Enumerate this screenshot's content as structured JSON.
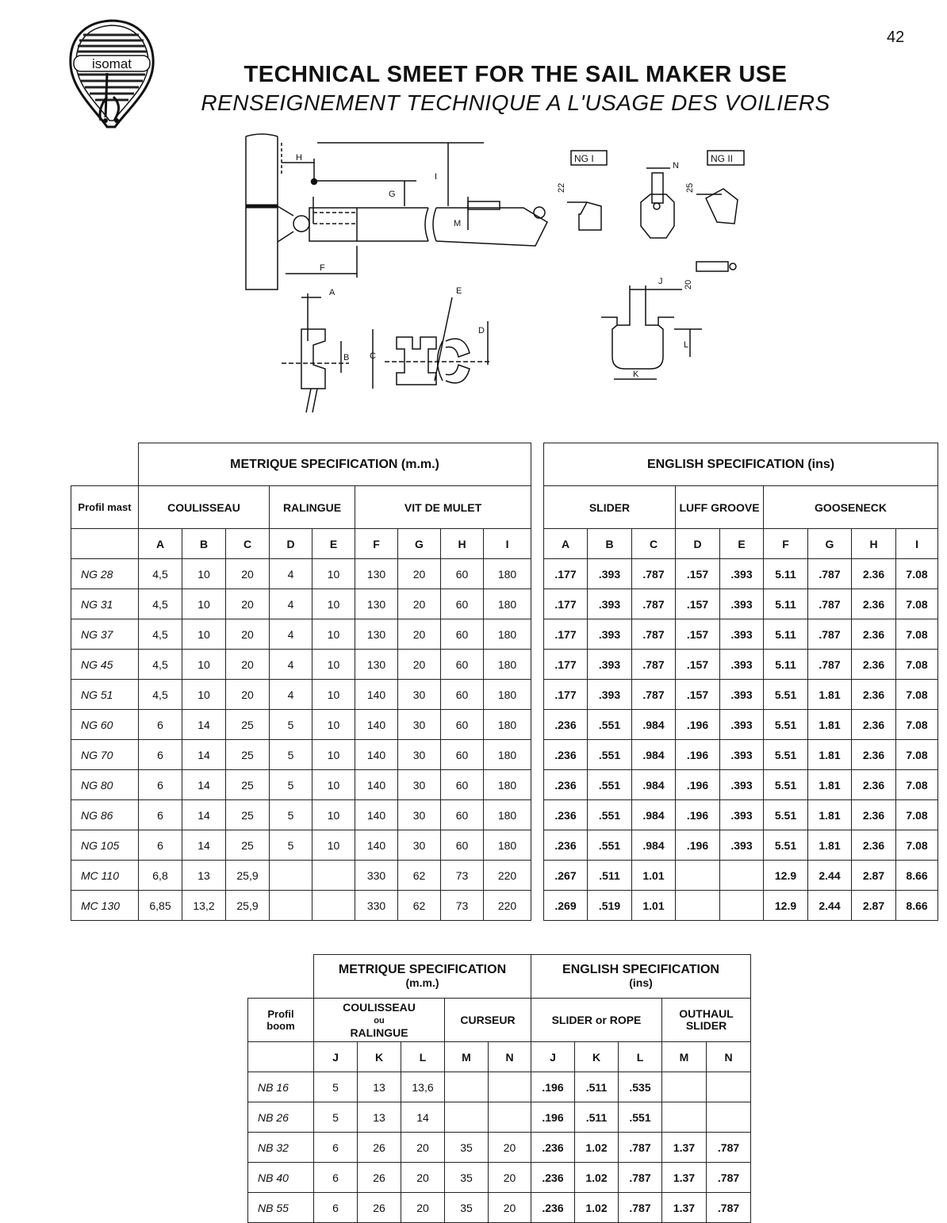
{
  "page_number": "42",
  "brand": "isomat",
  "title": "TECHNICAL SMEET FOR THE SAIL MAKER USE",
  "subtitle": "RENSEIGNEMENT TECHNIQUE A L'USAGE DES VOILIERS",
  "diagram_labels": {
    "H": "H",
    "I": "I",
    "G": "G",
    "F": "F",
    "M": "M",
    "A": "A",
    "B": "B",
    "C": "C",
    "D": "D",
    "E": "E",
    "N": "N",
    "J": "J",
    "K": "K",
    "L": "L",
    "ng1": "NG I",
    "ng2": "NG II",
    "d22": "22",
    "d25": "25",
    "d20": "20"
  },
  "metric": {
    "title": "METRIQUE SPECIFICATION (m.m.)",
    "profil_label": "Profil mast",
    "groups": [
      "COULISSEAU",
      "RALINGUE",
      "VIT DE MULET"
    ],
    "columns": [
      "A",
      "B",
      "C",
      "D",
      "E",
      "F",
      "G",
      "H",
      "I"
    ]
  },
  "english": {
    "title": "ENGLISH SPECIFICATION (ins)",
    "groups": [
      "SLIDER",
      "LUFF GROOVE",
      "GOOSENECK"
    ],
    "columns": [
      "A",
      "B",
      "C",
      "D",
      "E",
      "F",
      "G",
      "H",
      "I"
    ]
  },
  "mast_rows": [
    {
      "profil": "NG 28",
      "metric": [
        "4,5",
        "10",
        "20",
        "4",
        "10",
        "130",
        "20",
        "60",
        "180"
      ],
      "english": [
        ".177",
        ".393",
        ".787",
        ".157",
        ".393",
        "5.11",
        ".787",
        "2.36",
        "7.08"
      ]
    },
    {
      "profil": "NG 31",
      "metric": [
        "4,5",
        "10",
        "20",
        "4",
        "10",
        "130",
        "20",
        "60",
        "180"
      ],
      "english": [
        ".177",
        ".393",
        ".787",
        ".157",
        ".393",
        "5.11",
        ".787",
        "2.36",
        "7.08"
      ]
    },
    {
      "profil": "NG 37",
      "metric": [
        "4,5",
        "10",
        "20",
        "4",
        "10",
        "130",
        "20",
        "60",
        "180"
      ],
      "english": [
        ".177",
        ".393",
        ".787",
        ".157",
        ".393",
        "5.11",
        ".787",
        "2.36",
        "7.08"
      ]
    },
    {
      "profil": "NG 45",
      "metric": [
        "4,5",
        "10",
        "20",
        "4",
        "10",
        "130",
        "20",
        "60",
        "180"
      ],
      "english": [
        ".177",
        ".393",
        ".787",
        ".157",
        ".393",
        "5.11",
        ".787",
        "2.36",
        "7.08"
      ]
    },
    {
      "profil": "NG 51",
      "metric": [
        "4,5",
        "10",
        "20",
        "4",
        "10",
        "140",
        "30",
        "60",
        "180"
      ],
      "english": [
        ".177",
        ".393",
        ".787",
        ".157",
        ".393",
        "5.51",
        "1.81",
        "2.36",
        "7.08"
      ]
    },
    {
      "profil": "NG 60",
      "metric": [
        "6",
        "14",
        "25",
        "5",
        "10",
        "140",
        "30",
        "60",
        "180"
      ],
      "english": [
        ".236",
        ".551",
        ".984",
        ".196",
        ".393",
        "5.51",
        "1.81",
        "2.36",
        "7.08"
      ]
    },
    {
      "profil": "NG 70",
      "metric": [
        "6",
        "14",
        "25",
        "5",
        "10",
        "140",
        "30",
        "60",
        "180"
      ],
      "english": [
        ".236",
        ".551",
        ".984",
        ".196",
        ".393",
        "5.51",
        "1.81",
        "2.36",
        "7.08"
      ]
    },
    {
      "profil": "NG 80",
      "metric": [
        "6",
        "14",
        "25",
        "5",
        "10",
        "140",
        "30",
        "60",
        "180"
      ],
      "english": [
        ".236",
        ".551",
        ".984",
        ".196",
        ".393",
        "5.51",
        "1.81",
        "2.36",
        "7.08"
      ]
    },
    {
      "profil": "NG 86",
      "metric": [
        "6",
        "14",
        "25",
        "5",
        "10",
        "140",
        "30",
        "60",
        "180"
      ],
      "english": [
        ".236",
        ".551",
        ".984",
        ".196",
        ".393",
        "5.51",
        "1.81",
        "2.36",
        "7.08"
      ]
    },
    {
      "profil": "NG 105",
      "metric": [
        "6",
        "14",
        "25",
        "5",
        "10",
        "140",
        "30",
        "60",
        "180"
      ],
      "english": [
        ".236",
        ".551",
        ".984",
        ".196",
        ".393",
        "5.51",
        "1.81",
        "2.36",
        "7.08"
      ]
    },
    {
      "profil": "MC 110",
      "metric": [
        "6,8",
        "13",
        "25,9",
        "",
        "",
        "330",
        "62",
        "73",
        "220"
      ],
      "english": [
        ".267",
        ".511",
        "1.01",
        "",
        "",
        "12.9",
        "2.44",
        "2.87",
        "8.66"
      ]
    },
    {
      "profil": "MC 130",
      "metric": [
        "6,85",
        "13,2",
        "25,9",
        "",
        "",
        "330",
        "62",
        "73",
        "220"
      ],
      "english": [
        ".269",
        ".519",
        "1.01",
        "",
        "",
        "12.9",
        "2.44",
        "2.87",
        "8.66"
      ]
    }
  ],
  "boom": {
    "metric_title_1": "METRIQUE SPECIFICATION",
    "metric_title_2": "(m.m.)",
    "english_title_1": "ENGLISH SPECIFICATION",
    "english_title_2": "(ins)",
    "profil_label_1": "Profil",
    "profil_label_2": "boom",
    "coulisseau_1": "COULISSEAU",
    "coulisseau_2": "ou",
    "coulisseau_3": "RALINGUE",
    "curseur": "CURSEUR",
    "slider_rope": "SLIDER or ROPE",
    "outhaul_1": "OUTHAUL",
    "outhaul_2": "SLIDER",
    "columns": [
      "J",
      "K",
      "L",
      "M",
      "N",
      "J",
      "K",
      "L",
      "M",
      "N"
    ],
    "rows": [
      {
        "profil": "NB 16",
        "values": [
          "5",
          "13",
          "13,6",
          "",
          "",
          ".196",
          ".511",
          ".535",
          "",
          ""
        ]
      },
      {
        "profil": "NB 26",
        "values": [
          "5",
          "13",
          "14",
          "",
          "",
          ".196",
          ".511",
          ".551",
          "",
          ""
        ]
      },
      {
        "profil": "NB 32",
        "values": [
          "6",
          "26",
          "20",
          "35",
          "20",
          ".236",
          "1.02",
          ".787",
          "1.37",
          ".787"
        ]
      },
      {
        "profil": "NB 40",
        "values": [
          "6",
          "26",
          "20",
          "35",
          "20",
          ".236",
          "1.02",
          ".787",
          "1.37",
          ".787"
        ]
      },
      {
        "profil": "NB 55",
        "values": [
          "6",
          "26",
          "20",
          "35",
          "20",
          ".236",
          "1.02",
          ".787",
          "1.37",
          ".787"
        ]
      }
    ]
  }
}
